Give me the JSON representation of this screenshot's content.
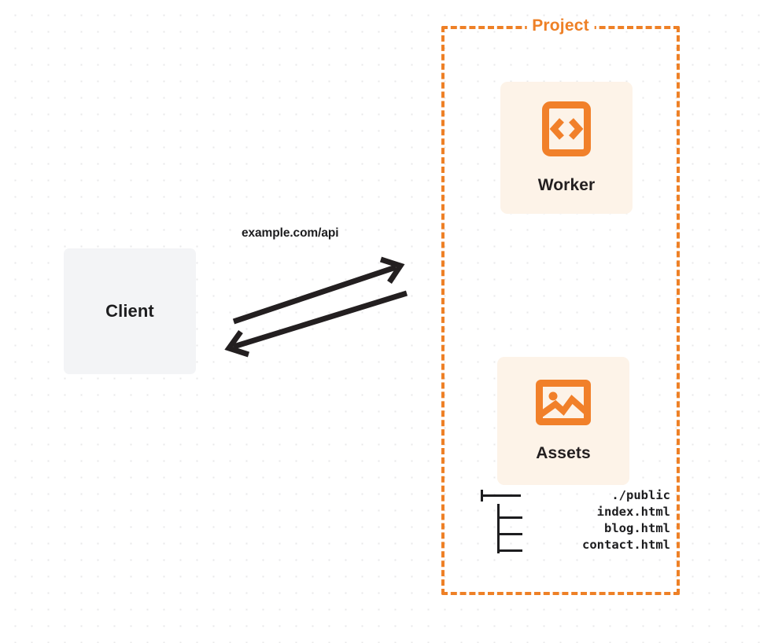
{
  "diagram": {
    "title": "Project",
    "background": {
      "dot_color": "#e8e8ea",
      "page_color": "#ffffff"
    },
    "colors": {
      "accent_orange": "#ee8026",
      "icon_orange": "#f1802a",
      "card_cream": "#fdf3e8",
      "client_gray": "#f3f4f6",
      "text_dark": "#1d1d1f"
    },
    "client": {
      "label": "Client"
    },
    "connection": {
      "label": "example.com/api",
      "arrow_forward": "request-arrow",
      "arrow_back": "response-arrow",
      "stroke": "#231f20"
    },
    "services": [
      {
        "id": "worker",
        "label": "Worker",
        "icon": "code-brackets-icon"
      },
      {
        "id": "assets",
        "label": "Assets",
        "icon": "image-picture-icon"
      }
    ],
    "file_tree": {
      "root": "./public",
      "files": [
        "index.html",
        "blog.html",
        "contact.html"
      ]
    }
  }
}
